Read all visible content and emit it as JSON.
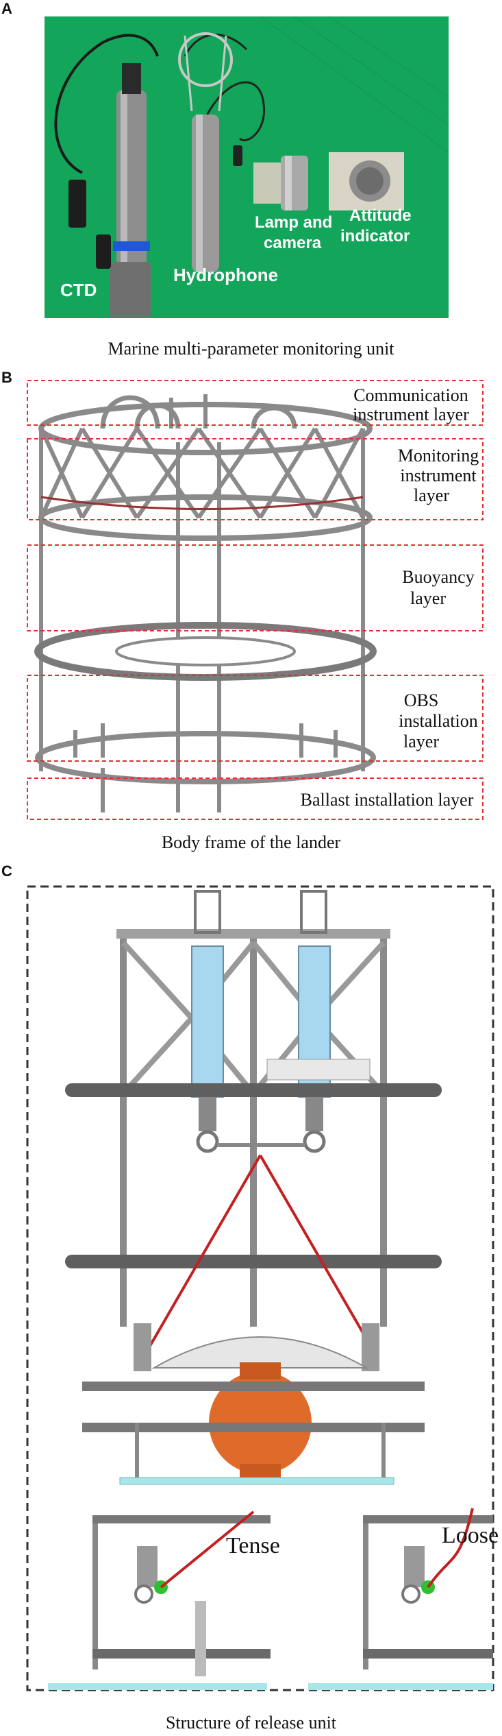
{
  "panels": {
    "a": {
      "letter": "A",
      "caption": "Marine multi-parameter monitoring unit",
      "labels": {
        "ctd": "CTD",
        "hydrophone": "Hydrophone",
        "lamp_1": "Lamp and",
        "lamp_2": "camera",
        "attitude_1": "Attitude",
        "attitude_2": "indicator"
      }
    },
    "b": {
      "letter": "B",
      "caption": "Body frame of the lander",
      "layers": {
        "communication_1": "Communication",
        "communication_2": "instrument layer",
        "monitoring_1": "Monitoring",
        "monitoring_2": "instrument",
        "monitoring_3": "layer",
        "buoyancy_1": "Buoyancy",
        "buoyancy_2": "layer",
        "obs_1": "OBS",
        "obs_2": "installation",
        "obs_3": "layer",
        "ballast": "Ballast installation layer"
      }
    },
    "c": {
      "letter": "C",
      "caption": "Structure of release unit",
      "labels": {
        "tense": "Tense",
        "loose": "Loose"
      }
    }
  },
  "colors": {
    "green_mat": "#13a55a",
    "dashed_red": "#e03030",
    "release_rope": "#c42020",
    "float_sphere": "#e06a2a",
    "release_cylinder": "#a8d8f0",
    "base_plate": "#a9e6ea",
    "hook_green": "#2ec02e",
    "frame_gray": "#9a9a9a"
  }
}
